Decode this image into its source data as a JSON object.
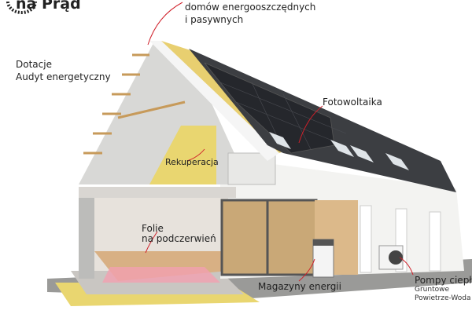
{
  "logo": {
    "text": "na Prąd"
  },
  "labels": {
    "top_line1": "domów energooszczędnych",
    "top_line2": "i pasywnych",
    "dotacje": "Dotacje",
    "audyt": "Audyt energetyczny",
    "fotowoltaika": "Fotowoltaika",
    "rekuperacja": "Rekuperacja",
    "folie_line1": "Folie",
    "folie_line2": "na podczerwień",
    "magazyny": "Magazyny energii",
    "pompy": "Pompy ciepła",
    "pompy_sub1": "Gruntowe",
    "pompy_sub2": "Powietrze-Woda"
  },
  "colors": {
    "accent": "#d0202a",
    "roof": "#3a3c40",
    "insulation": "#e8d56a",
    "wall": "#f2f2f0",
    "wood": "#d9b98c"
  }
}
